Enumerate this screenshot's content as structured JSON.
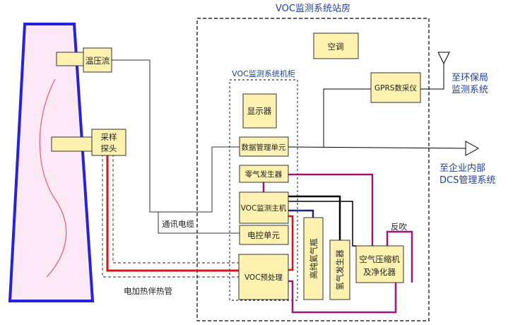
{
  "title": "VOC监测系统站房",
  "cabinet_label": "VOC监测系统机柜",
  "boxes": {
    "aircon": "空调",
    "gprs": "GPRS数采仪",
    "display": "显示器",
    "data_mgmt": "数据管理单元",
    "zero_gas": "零气发生器",
    "voc_host": "VOC监测主机",
    "elec_ctrl": "电控单元",
    "pretreat": "VOC预处理",
    "helium": "高纯氦气瓶",
    "hydrogen": "氢气发生器",
    "compressor": [
      "空气压缩机",
      "及净化器"
    ],
    "temp_press": "温压流",
    "sampling": [
      "采样",
      "探头"
    ]
  },
  "labels": {
    "to_epa": [
      "至环保局",
      "监测系统"
    ],
    "to_dcs": [
      "至企业内部",
      "DCS管理系统"
    ],
    "comm_cable": "通讯电缆",
    "heat_pipe": "电加热伴热管",
    "backflush": "反吹"
  },
  "colors": {
    "stack": "#2323dd",
    "stack_fill": "#fde8f6",
    "red_line": "#dd1111",
    "magenta_line": "#a0157a",
    "navy_line": "#1a2a7a",
    "box_fill": "#fff2b0",
    "text_blue": "#1f3f9a"
  }
}
